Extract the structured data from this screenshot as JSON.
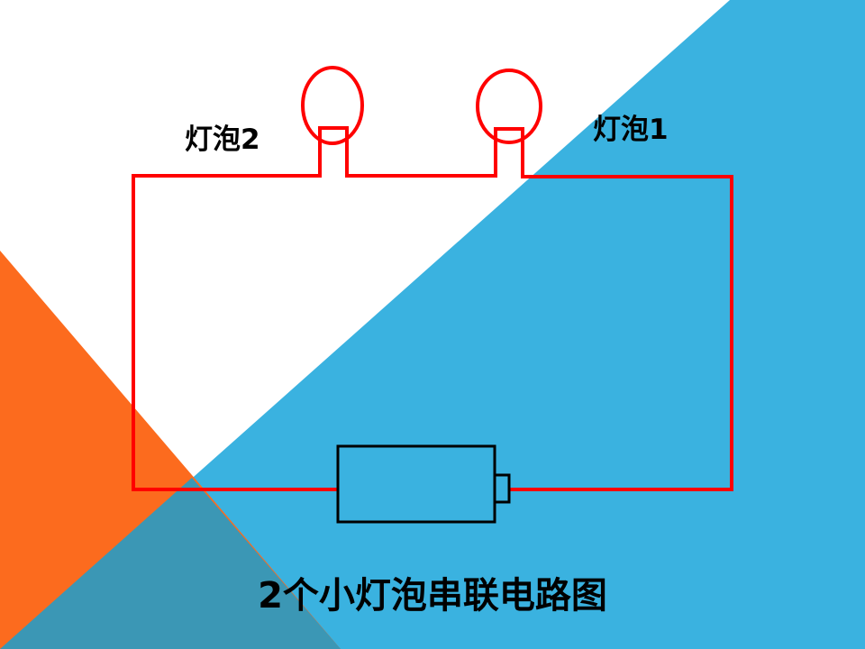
{
  "labels": {
    "bulb_2": "灯泡2",
    "bulb_1": "灯泡1"
  },
  "caption": "2个小灯泡串联电路图",
  "colors": {
    "background": "#ffffff",
    "blue_triangle": "#3ab2e0",
    "orange_triangle": "#fc6b1e",
    "overlap_triangle": "#3b97b5",
    "wire": "#ff0000",
    "battery_outline": "#000000",
    "text": "#000000"
  },
  "icons": {
    "bulb": "circle-outline",
    "battery": "rectangle-with-terminal"
  }
}
